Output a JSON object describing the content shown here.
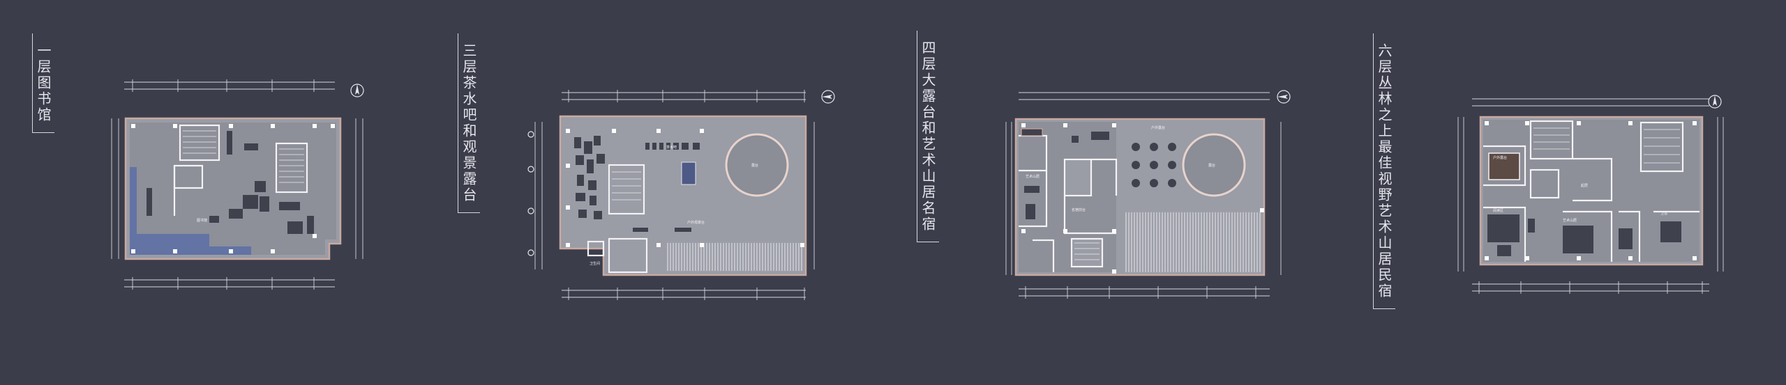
{
  "floor_labels": {
    "f1": "一层图书馆",
    "f3": "三层茶水吧和观景露台",
    "f4": "四层大露台和艺术山居名宿",
    "f6": "六层丛林之上最佳视野艺术山居民宿"
  },
  "icons": {
    "north_arrow": "north-arrow-icon",
    "grid_bubble": "grid-axis-bubble-icon"
  },
  "colors": {
    "background": "#3b3d4b",
    "plan_fill": "#9a9ca6",
    "wall": "#f3f3f5",
    "accent": "#c9a9a0",
    "highlight": "#5b6fa6"
  }
}
